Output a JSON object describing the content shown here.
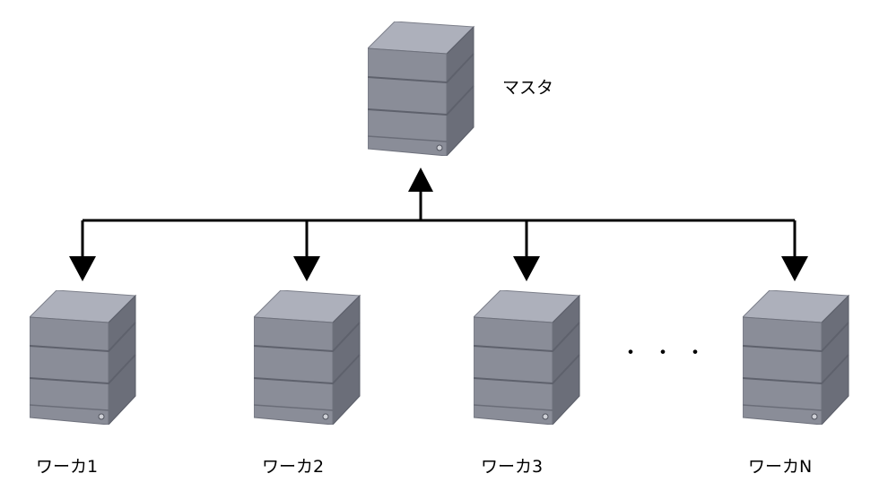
{
  "master": {
    "label": "マスタ",
    "icon": "server-icon"
  },
  "workers": [
    {
      "label": "ワーカ1",
      "icon": "server-icon"
    },
    {
      "label": "ワーカ2",
      "icon": "server-icon"
    },
    {
      "label": "ワーカ3",
      "icon": "server-icon"
    },
    {
      "label": "ワーカN",
      "icon": "server-icon"
    }
  ],
  "ellipsis": "・・・",
  "colors": {
    "server_front": "#8a8d98",
    "server_top": "#adb0bb",
    "server_side": "#6b6e79",
    "line": "#000000"
  }
}
